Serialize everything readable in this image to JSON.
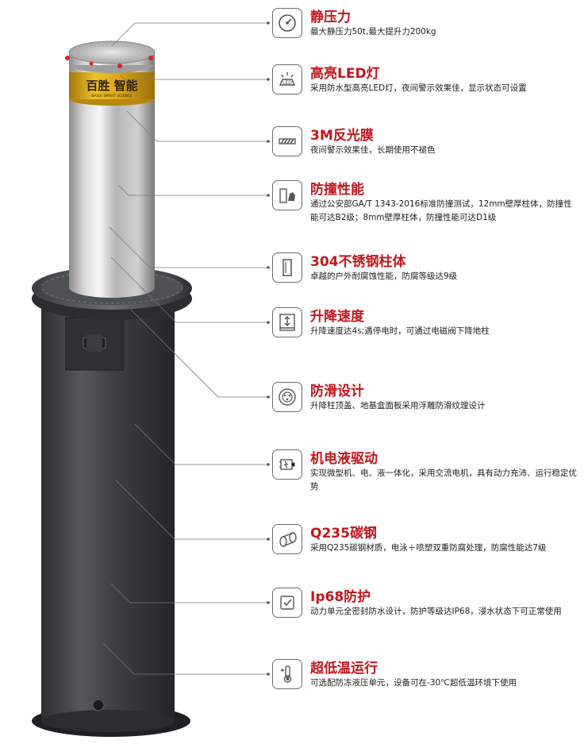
{
  "brand": {
    "band_text": "百胜 智能",
    "band_subtext": "BAISH SMART SCIENCE"
  },
  "features": [
    {
      "icon": "gauge-icon",
      "title": "静压力",
      "desc": "最大静压力50t,最大提升力200kg"
    },
    {
      "icon": "led-lamp-icon",
      "title": "高亮LED灯",
      "desc": "采用防水型高亮LED灯，夜间警示效果佳，显示状态可设置"
    },
    {
      "icon": "reflective-stripe-icon",
      "title": "3M反光膜",
      "desc": "夜间警示效果佳，长期使用不褪色"
    },
    {
      "icon": "crash-test-icon",
      "title": "防撞性能",
      "desc": "通过公安部GA/T 1343-2016标准防撞测试，12mm壁厚柱体，防撞性能可达B2级；8mm壁厚柱体，防撞性能可达D1级"
    },
    {
      "icon": "pillar-icon",
      "title": "304不锈钢柱体",
      "desc": "卓越的户外耐腐蚀性能，防腐等级达9级"
    },
    {
      "icon": "lift-speed-icon",
      "title": "升降速度",
      "desc": "升降速度达4s;遇停电时，可通过电磁阀下降地柱"
    },
    {
      "icon": "anti-slip-icon",
      "title": "防滑设计",
      "desc": "升降柱顶盖、地基盒面板采用浮雕防滑纹理设计"
    },
    {
      "icon": "motor-icon",
      "title": "机电液驱动",
      "desc": "实现微型机、电、液一体化，采用交流电机，具有动力充沛、运行稳定优势"
    },
    {
      "icon": "steel-pipe-icon",
      "title": "Q235碳钢",
      "desc": "采用Q235碳钢材质，电泳＋喷塑双重防腐处理，防腐性能达7级"
    },
    {
      "icon": "waterproof-check-icon",
      "title": "Ip68防护",
      "desc": "动力单元全密封防水设计，防护等级达IP68，浸水状态下可正常使用"
    },
    {
      "icon": "thermometer-icon",
      "title": "超低温运行",
      "desc": "可选配防冻液压单元，设备可在-30℃超低温环境下使用"
    }
  ]
}
